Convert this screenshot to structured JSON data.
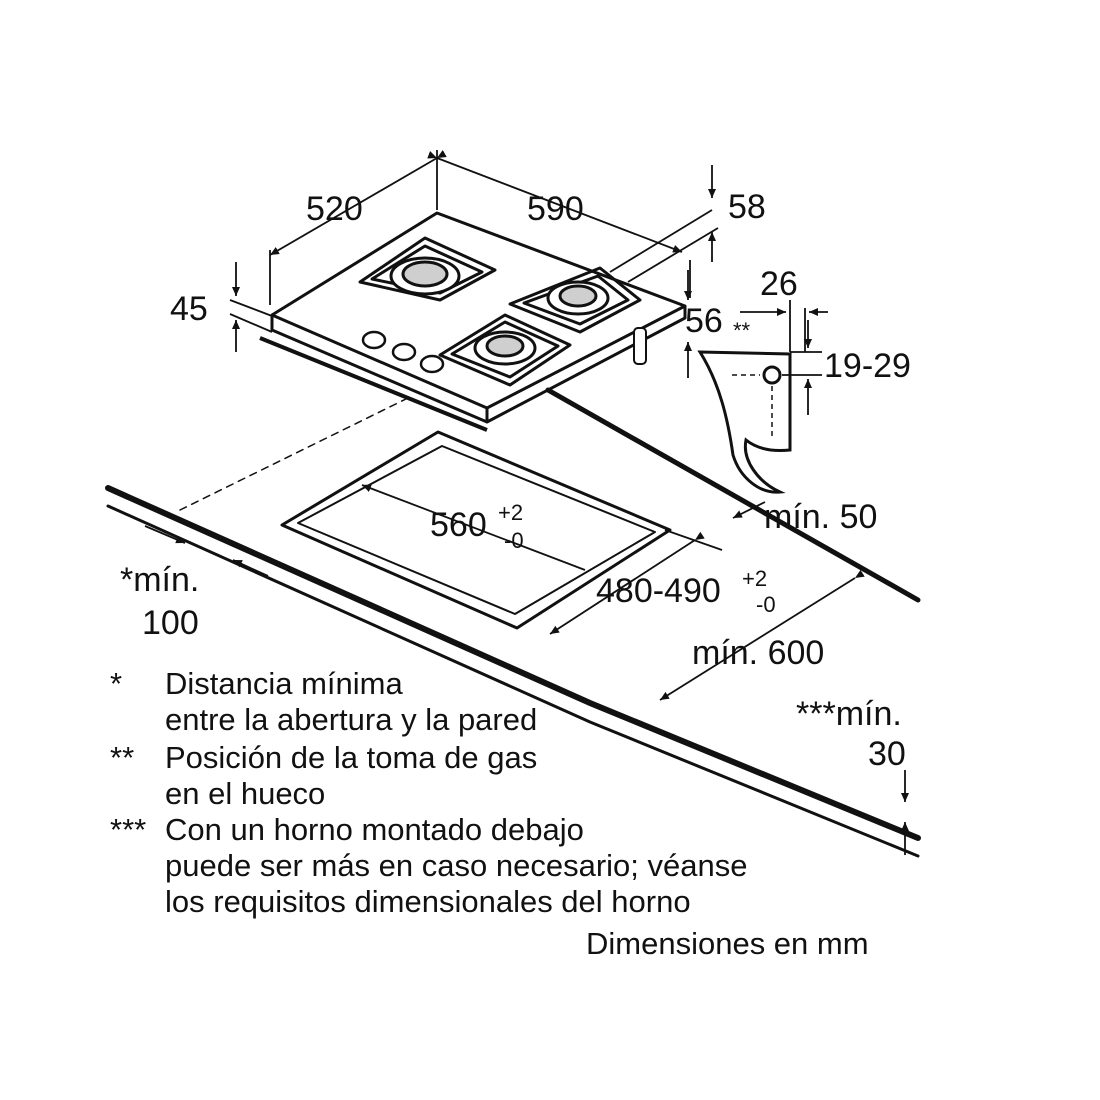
{
  "dimensions": {
    "depth": "520",
    "width": "590",
    "rear_offset": "58",
    "height": "45",
    "side_offset": "56",
    "gas_mark": "**",
    "inlet_offset": "26",
    "inlet_height": "19-29",
    "cut_width": "560",
    "cut_width_tol_up": "+2",
    "cut_width_tol_down": "-0",
    "cut_depth": "480-490",
    "cut_depth_tol_up": "+2",
    "cut_depth_tol_down": "-0",
    "min_wall_line1": "*mín.",
    "min_wall_line2": "100",
    "min_front": "mín. 50",
    "min_worktop": "mín. 600",
    "min_thickness_line1": "***mín.",
    "min_thickness_line2": "30"
  },
  "legend": [
    {
      "mark": "*",
      "lines": [
        "Distancia mínima",
        "entre la abertura y la pared"
      ]
    },
    {
      "mark": "**",
      "lines": [
        "Posición de la toma de gas",
        "en el hueco"
      ]
    },
    {
      "mark": "***",
      "lines": [
        "Con un horno montado debajo",
        "puede ser más en caso necesario; véanse",
        "los requisitos dimensionales del horno"
      ]
    }
  ],
  "units_note": "Dimensiones en mm",
  "colors": {
    "ink": "#111111",
    "background": "#ffffff"
  }
}
